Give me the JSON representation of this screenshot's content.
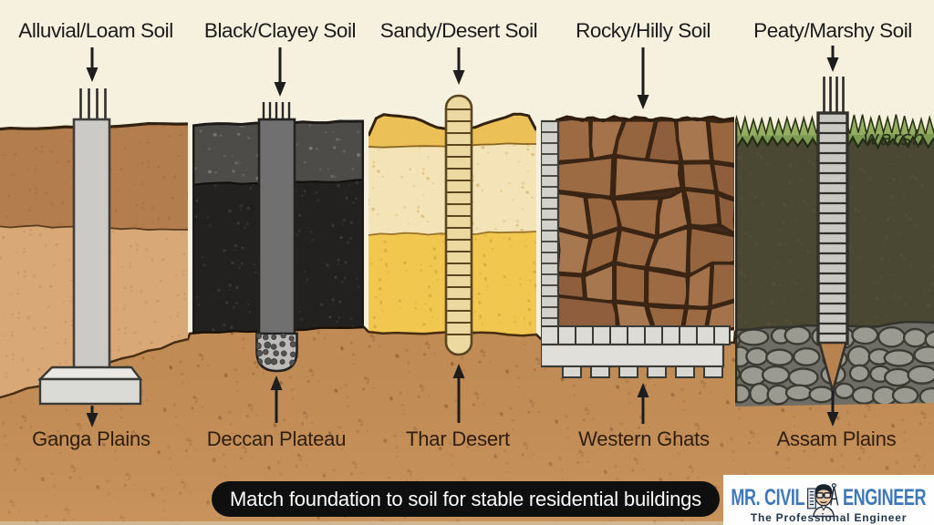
{
  "soil_sections": [
    {
      "soil": "Alluvial/Loam Soil",
      "region": "Ganga Plains"
    },
    {
      "soil": "Black/Clayey Soil",
      "region": "Deccan Plateau"
    },
    {
      "soil": "Sandy/Desert Soil",
      "region": "Thar Desert"
    },
    {
      "soil": "Rocky/Hilly Soil",
      "region": "Western Ghats"
    },
    {
      "soil": "Peaty/Marshy Soil",
      "region": "Assam Plains"
    }
  ],
  "caption": "Match foundation to soil for stable residential buildings",
  "marsh_annotation": "warsh",
  "logo": {
    "brand_left": "MR. CIVIL",
    "brand_right": "ENGINEER",
    "tagline": "The Professional Engineer"
  },
  "colors": {
    "background_cream": "#f6f0df",
    "subsoil_brown": "#c08b55",
    "alluvial_top": "#b37d4e",
    "alluvial_light": "#d9a877",
    "black_soil": "#232120",
    "sand_yellow": "#f2c750",
    "rock_brown": "#9c6b44",
    "peat_olive": "#4a4733",
    "grass_green": "#8aa55b",
    "caption_bar": "#0f0f0f",
    "logo_blue": "#3f78b8"
  }
}
